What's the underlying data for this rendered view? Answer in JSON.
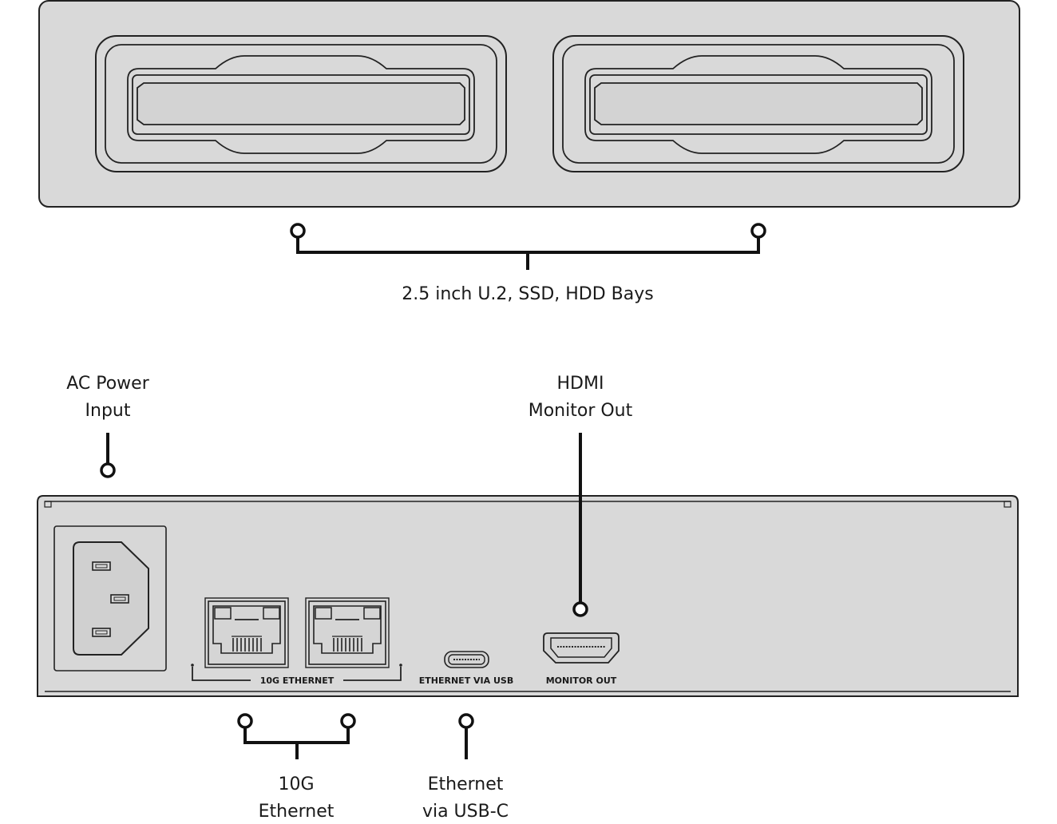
{
  "callouts": {
    "bays": "2.5 inch U.2, SSD, HDD Bays",
    "ac_power": [
      "AC Power",
      "Input"
    ],
    "hdmi": [
      "HDMI",
      "Monitor Out"
    ],
    "ten_g": [
      "10G",
      "Ethernet"
    ],
    "usb_c": [
      "Ethernet",
      "via USB-C"
    ]
  },
  "rear_panel": {
    "ten_g_label": "10G ETHERNET",
    "usb_label": "ETHERNET VIA USB",
    "monitor_label": "MONITOR OUT"
  }
}
